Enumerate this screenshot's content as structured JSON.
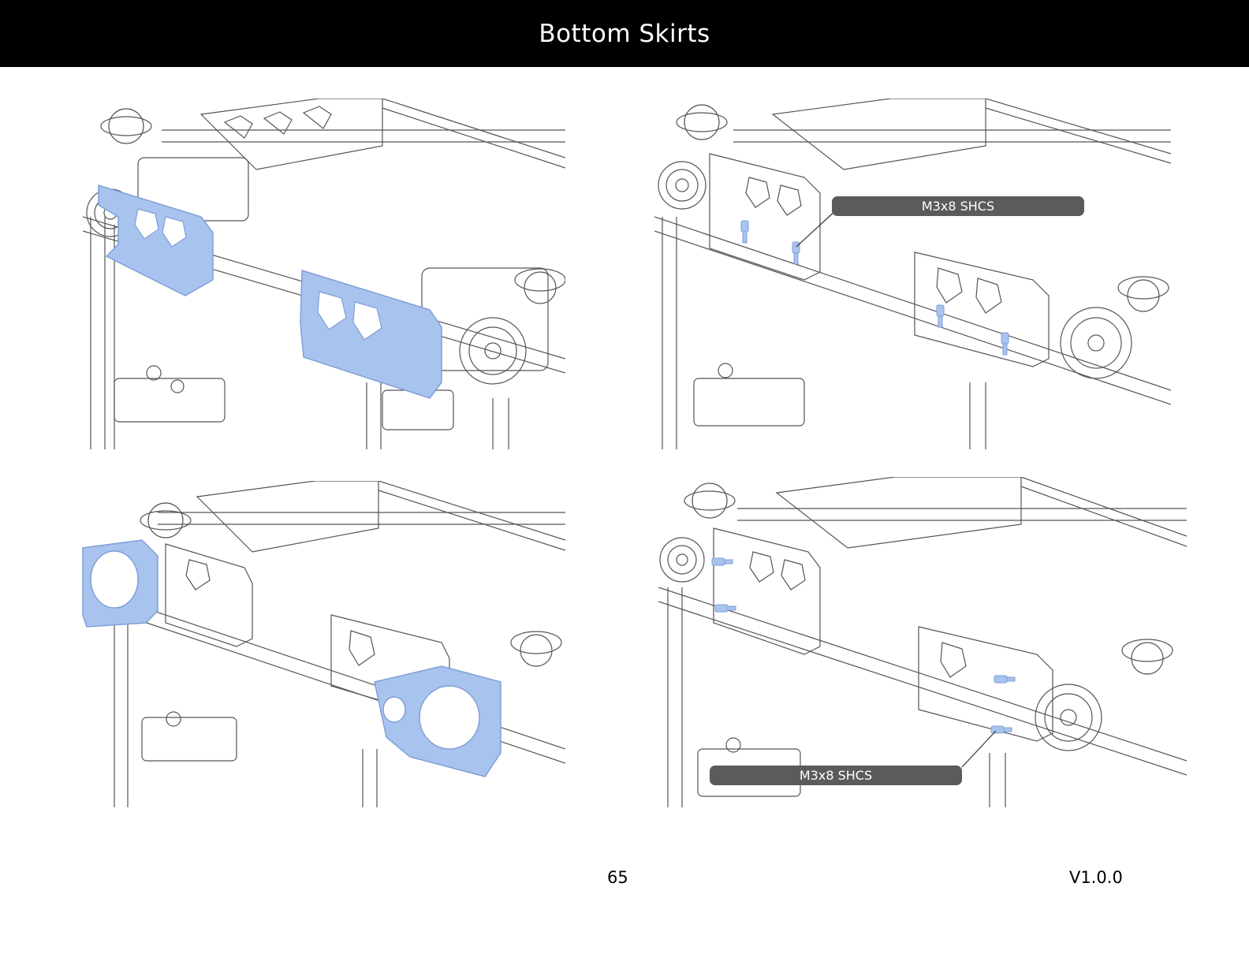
{
  "page": {
    "title": "Bottom Skirts",
    "page_number": "65",
    "version": "V1.0.0"
  },
  "steps": [
    {
      "name": "step-1",
      "highlighted_part": "bottom skirt brackets"
    },
    {
      "name": "step-2",
      "callout": "M3x8 SHCS"
    },
    {
      "name": "step-3",
      "highlighted_part": "bottom skirt end covers"
    },
    {
      "name": "step-4",
      "callout": "M3x8 SHCS"
    }
  ],
  "colors": {
    "header_bg": "#000000",
    "header_text": "#ffffff",
    "highlight": "#a9c3ef",
    "callout_bg": "#5b5b5b",
    "line_art": "#555555"
  }
}
